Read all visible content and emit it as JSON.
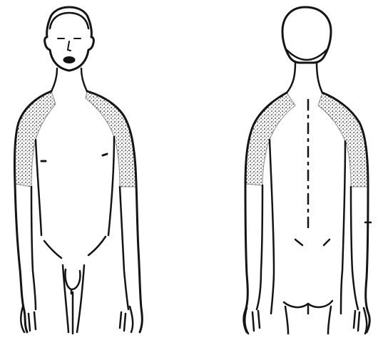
{
  "colors": {
    "background": "#ffffff",
    "line": "#141414",
    "shaded_region": "#8a8a8a"
  },
  "figures": [
    {
      "view": "anterior",
      "shaded_region": "shoulders-and-upper-arms"
    },
    {
      "view": "posterior",
      "shaded_region": "shoulders-and-upper-arms"
    }
  ]
}
